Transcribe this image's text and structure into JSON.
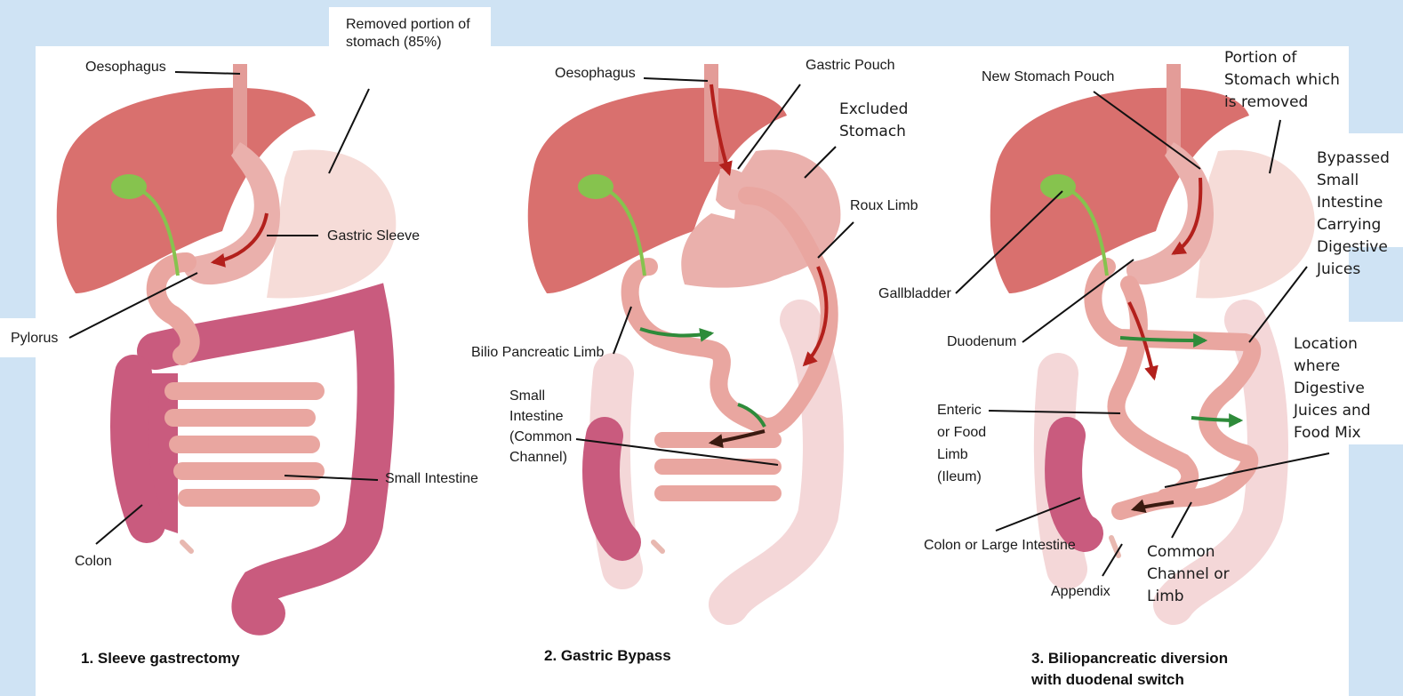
{
  "panels": [
    {
      "title": "1. Sleeve gastrectomy",
      "labels": {
        "oesophagus": "Oesophagus",
        "removed": "Removed portion of\nstomach (85%)",
        "gastric_sleeve": "Gastric Sleeve",
        "pylorus": "Pylorus",
        "small_intestine": "Small Intestine",
        "colon": "Colon"
      }
    },
    {
      "title": "2. Gastric Bypass",
      "labels": {
        "oesophagus": "Oesophagus",
        "gastric_pouch": "Gastric Pouch",
        "excluded_stomach": "Excluded\nStomach",
        "roux_limb": "Roux Limb",
        "bilio_limb": "Bilio Pancreatic Limb",
        "small_intestine_cc": "Small\nIntestine\n(Common\nChannel)"
      }
    },
    {
      "title": "3. Biliopancreatic diversion\nwith duodenal switch",
      "labels": {
        "new_pouch": "New Stomach Pouch",
        "portion_removed": "Portion of\nStomach which\nis removed",
        "bypassed": "Bypassed\nSmall\nIntestine\nCarrying\nDigestive\nJuices",
        "gallbladder": "Gallbladder",
        "duodenum": "Duodenum",
        "location": "Location\nwhere\nDigestive\nJuices and\nFood Mix",
        "enteric": "Enteric\nor Food\nLimb\n(Ileum)",
        "colon": "Colon or Large Intestine",
        "common_channel": "Common\nChannel or\nLimb",
        "appendix": "Appendix"
      }
    }
  ],
  "colors": {
    "background": "#cfe3f4",
    "liver": "#d9706e",
    "stomach": "#eab0ac",
    "removed_stomach": "#f6dcd8",
    "intestine": "#eaa5a2",
    "colon": "#c95b7e",
    "gallbladder": "#86c34e",
    "arrow_red": "#b3201c",
    "arrow_green": "#2e8b3a"
  }
}
